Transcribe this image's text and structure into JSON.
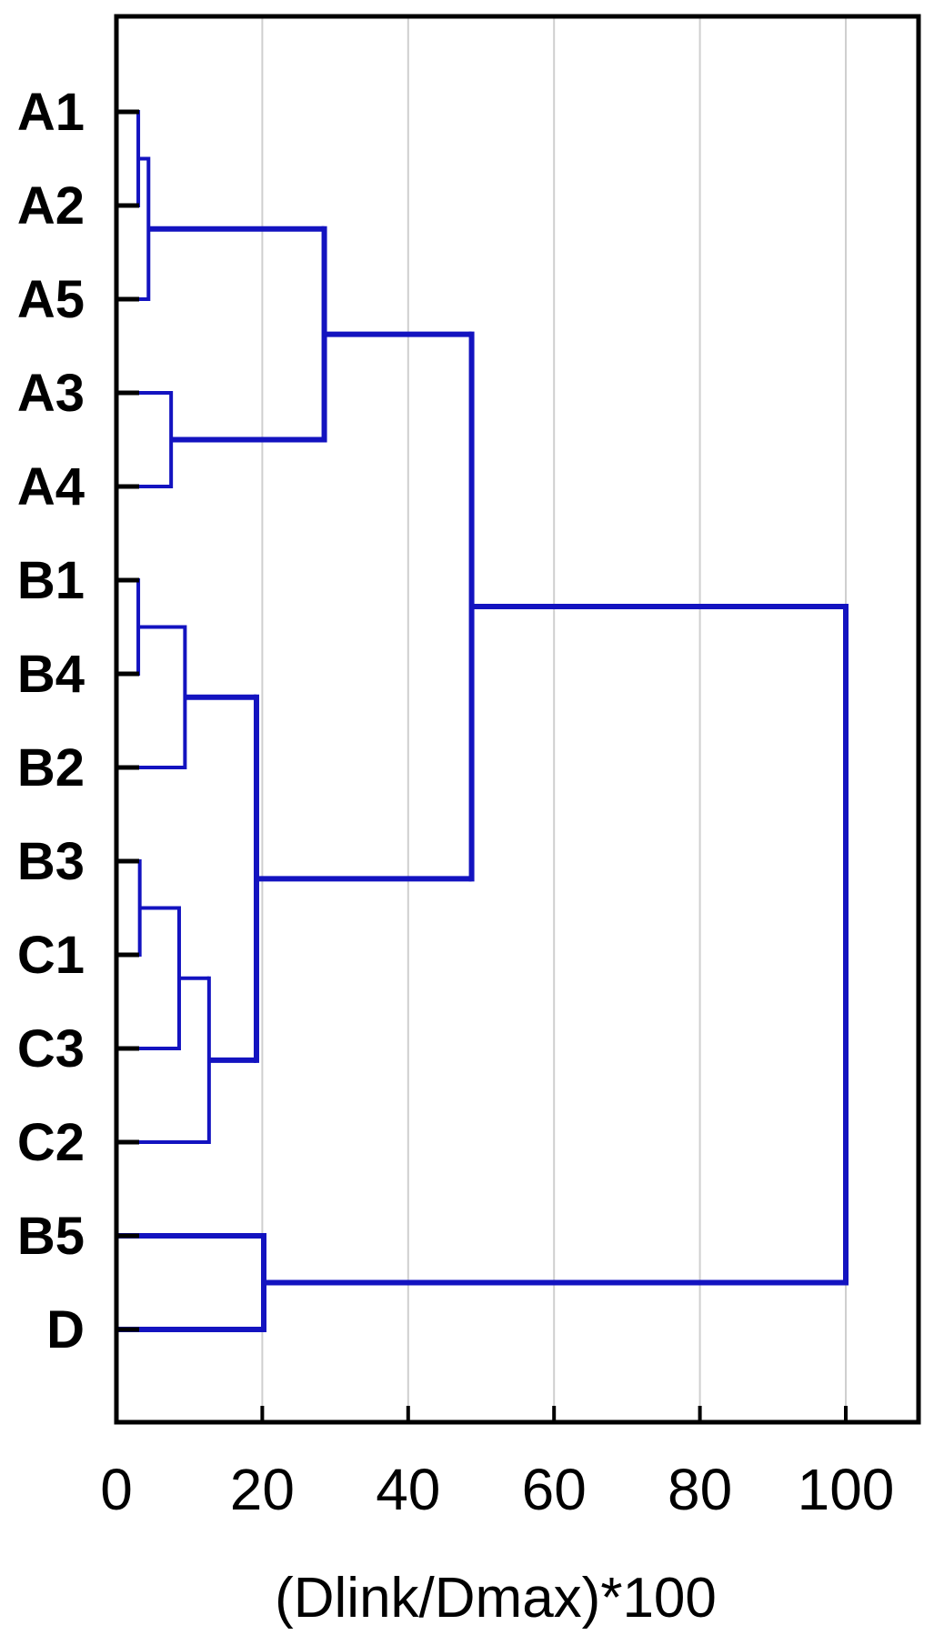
{
  "chart_data": {
    "type": "dendrogram",
    "orientation": "horizontal",
    "xlabel": "(Dlink/Dmax)*100",
    "x_ticks": [
      0,
      20,
      40,
      60,
      80,
      100
    ],
    "xlim": [
      0,
      110
    ],
    "grid": "vertical-on",
    "leaves": [
      "A1",
      "A2",
      "A5",
      "A3",
      "A4",
      "B1",
      "B4",
      "B2",
      "B3",
      "C1",
      "C3",
      "C2",
      "B5",
      "D"
    ],
    "merges": [
      {
        "id": "M1",
        "children": [
          "A1",
          "A2"
        ],
        "distance": 3.0,
        "major": false
      },
      {
        "id": "M2",
        "children": [
          "M1",
          "A5"
        ],
        "distance": 4.4,
        "major": false
      },
      {
        "id": "M3",
        "children": [
          "A3",
          "A4"
        ],
        "distance": 7.5,
        "major": false
      },
      {
        "id": "M4",
        "children": [
          "M2",
          "M3"
        ],
        "distance": 28.5,
        "major": true
      },
      {
        "id": "M5",
        "children": [
          "B1",
          "B4"
        ],
        "distance": 3.0,
        "major": false
      },
      {
        "id": "M6",
        "children": [
          "M5",
          "B2"
        ],
        "distance": 9.4,
        "major": false
      },
      {
        "id": "M7",
        "children": [
          "B3",
          "C1"
        ],
        "distance": 3.2,
        "major": false
      },
      {
        "id": "M8",
        "children": [
          "M7",
          "C3"
        ],
        "distance": 8.6,
        "major": false
      },
      {
        "id": "M9",
        "children": [
          "M8",
          "C2"
        ],
        "distance": 12.7,
        "major": false
      },
      {
        "id": "M10",
        "children": [
          "M6",
          "M9"
        ],
        "distance": 19.2,
        "major": true
      },
      {
        "id": "M11",
        "children": [
          "M4",
          "M10"
        ],
        "distance": 48.7,
        "major": true
      },
      {
        "id": "M12",
        "children": [
          "B5",
          "D"
        ],
        "distance": 20.2,
        "major": true
      },
      {
        "id": "M13",
        "children": [
          "M11",
          "M12"
        ],
        "distance": 100.0,
        "major": true
      }
    ],
    "colors": {
      "line": "#1313c0",
      "leaf_tick": "#000000",
      "frame": "#000000",
      "grid": "#cfcfcf",
      "background": "#ffffff",
      "text": "#000000"
    }
  }
}
